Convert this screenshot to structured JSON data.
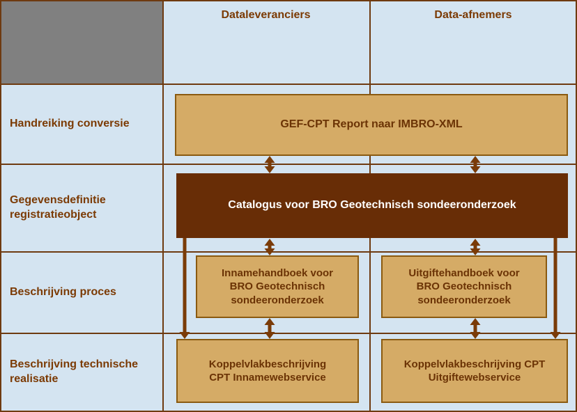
{
  "palette": {
    "background_blue": "#d4e4f1",
    "corner_gray": "#808080",
    "grid_brown": "#6e3a10",
    "tan_box_fill": "#d5ab66",
    "tan_box_border": "#8a5a10",
    "dark_box_fill": "#682d06",
    "brown_text": "#7b3a04",
    "arrow_brown": "#7a3b08",
    "dark_box_text": "#ffffff"
  },
  "columns": [
    {
      "label": "Dataleveranciers"
    },
    {
      "label": "Data-afnemers"
    }
  ],
  "rows": [
    {
      "label": "Handreiking conversie"
    },
    {
      "label": "Gegevensdefinitie registratieobject"
    },
    {
      "label": "Beschrijving proces"
    },
    {
      "label": "Beschrijving technische realisatie"
    }
  ],
  "boxes": {
    "gef_cpt": "GEF-CPT Report naar IMBRO-XML",
    "catalogus": "Catalogus voor BRO Geotechnisch sondeeronderzoek",
    "innamehandboek": "Innamehandboek voor BRO Geotechnisch sondeeronderzoek",
    "uitgiftehandboek": "Uitgiftehandboek voor BRO Geotechnisch sondeeronderzoek",
    "koppelvlak_inname": "Koppelvlakbeschrijving CPT Innamewebservice",
    "koppelvlak_uitgifte": "Koppelvlakbeschrijving CPT Uitgiftewebservice"
  }
}
